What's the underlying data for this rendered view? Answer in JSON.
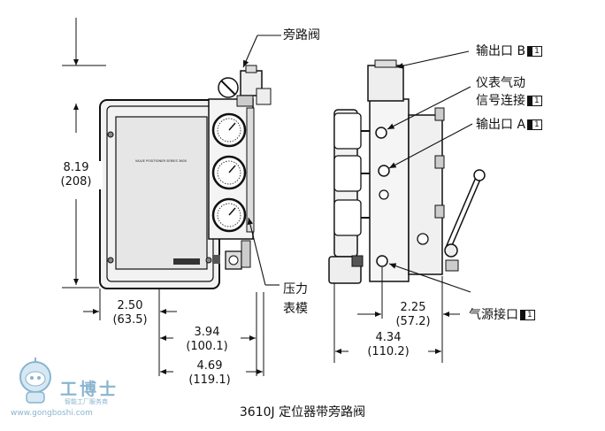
{
  "labels": {
    "bypass_valve": "旁路阀",
    "pressure_gauge_line1": "压力",
    "pressure_gauge_line2": "表模",
    "output_b": "输出口 B",
    "instrument_signal_line1": "仪表气动",
    "instrument_signal_line2": "信号连接",
    "output_a": "输出口 A",
    "supply_port": "气源接口",
    "port_badge": "1"
  },
  "dimensions": {
    "height_in": "8.19",
    "height_mm": "(208)",
    "width_a_in": "2.50",
    "width_a_mm": "(63.5)",
    "width_b_in": "3.94",
    "width_b_mm": "(100.1)",
    "width_c_in": "4.69",
    "width_c_mm": "(119.1)",
    "side_a_in": "2.25",
    "side_a_mm": "(57.2)",
    "side_b_in": "4.34",
    "side_b_mm": "(110.2)"
  },
  "nameplate_text": "VALVE POSITIONER SERIES 3600",
  "caption": "3610J 定位器带旁路阀",
  "watermark": {
    "name": "工博士",
    "subtitle": "智能工厂服务商",
    "url": "www.gongboshi.com"
  }
}
